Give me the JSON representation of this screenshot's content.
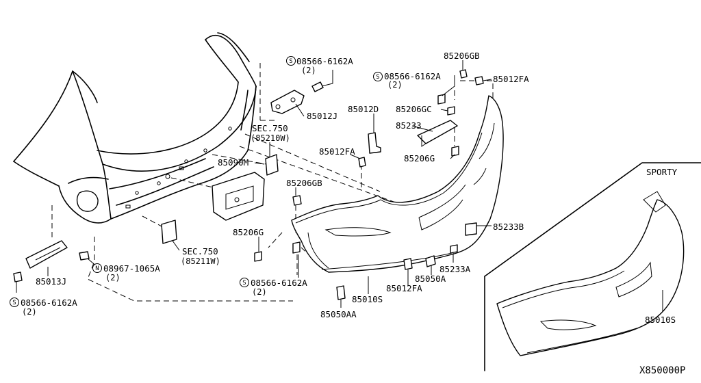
{
  "callouts": {
    "c_08566_top": {
      "prefix": "S",
      "text": "08566-6162A",
      "qty": "(2)"
    },
    "c_85012j": {
      "text": "85012J"
    },
    "c_85012d": {
      "text": "85012D"
    },
    "c_85206gb_top": {
      "text": "85206GB"
    },
    "c_08566_mid": {
      "prefix": "S",
      "text": "08566-6162A",
      "qty": "(2)"
    },
    "c_85012fa_top": {
      "text": "85012FA"
    },
    "c_85206gc": {
      "text": "85206GC"
    },
    "c_85233": {
      "text": "85233"
    },
    "c_85206g_right": {
      "text": "85206G"
    },
    "c_sec750_a": {
      "text": "SEC.750",
      "sub": "(85210W)"
    },
    "c_85012fa_mid": {
      "text": "85012FA"
    },
    "c_85090m": {
      "text": "85090M"
    },
    "c_85206gb_mid": {
      "text": "85206GB"
    },
    "c_85206g_mid": {
      "text": "85206G"
    },
    "c_85233b": {
      "text": "85233B"
    },
    "c_sec750_b": {
      "text": "SEC.750",
      "sub": "(85211W)"
    },
    "c_08967": {
      "prefix": "N",
      "text": "08967-1065A",
      "qty": "(2)"
    },
    "c_85013j": {
      "text": "85013J"
    },
    "c_08566_left": {
      "prefix": "S",
      "text": "08566-6162A",
      "qty": "(2)"
    },
    "c_08566_bottom": {
      "prefix": "S",
      "text": "08566-6162A",
      "qty": "(2)"
    },
    "c_85233a": {
      "text": "85233A"
    },
    "c_85050a": {
      "text": "85050A"
    },
    "c_85012fa_bot": {
      "text": "85012FA"
    },
    "c_85010s": {
      "text": "85010S"
    },
    "c_85050aa": {
      "text": "85050AA"
    },
    "c_85010s_sporty": {
      "text": "85010S"
    }
  },
  "inset": {
    "label": "SPORTY"
  },
  "diagram_id": "X850000P"
}
